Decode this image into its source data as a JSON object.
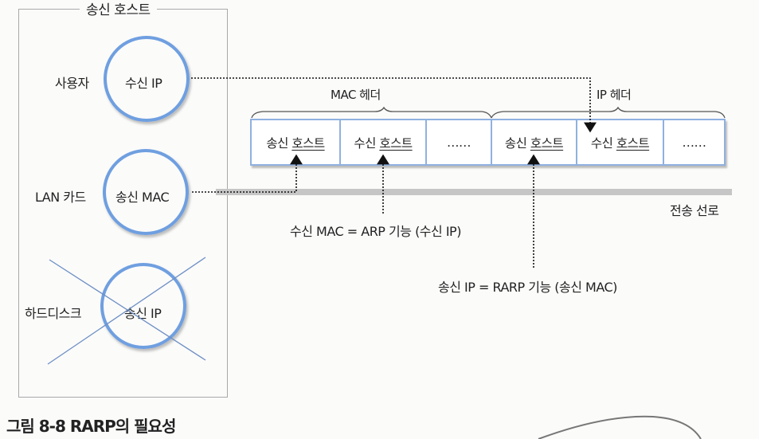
{
  "host": {
    "title": "송신 호스트",
    "rows": [
      {
        "side_label": "사용자",
        "circle_text": "수신 IP",
        "crossed_out": false
      },
      {
        "side_label": "LAN 카드",
        "circle_text": "송신 MAC",
        "crossed_out": false
      },
      {
        "side_label": "하드디스크",
        "circle_text": "송신 IP",
        "crossed_out": true
      }
    ]
  },
  "frame": {
    "groups": [
      {
        "label": "MAC 헤더"
      },
      {
        "label": "IP 헤더"
      }
    ],
    "cells": [
      {
        "prefix": "송신 ",
        "underlined": "호스트",
        "group": "MAC 헤더"
      },
      {
        "prefix": "수신 ",
        "underlined": "호스트",
        "group": "MAC 헤더"
      },
      {
        "prefix": "",
        "underlined": "",
        "text": "……",
        "group": "MAC 헤더"
      },
      {
        "prefix": "송신 ",
        "underlined": "호스트",
        "group": "IP 헤더"
      },
      {
        "prefix": "수신 ",
        "underlined": "호스트",
        "group": "IP 헤더"
      },
      {
        "prefix": "",
        "underlined": "",
        "text": "……",
        "group": "IP 헤더"
      }
    ]
  },
  "wire_label": "전송 선로",
  "annotations": {
    "arp": "수신 MAC = ARP 기능 (수신 IP)",
    "rarp": "송신 IP = RARP 기능 (송신 MAC)"
  },
  "caption": "그림 8-8  RARP의 필요성",
  "colors": {
    "circle_stroke": "#6f9fe0",
    "frame_border": "#8fb1e0",
    "cross_line": "#6d8fc4",
    "wire": "#c6c6c6"
  }
}
